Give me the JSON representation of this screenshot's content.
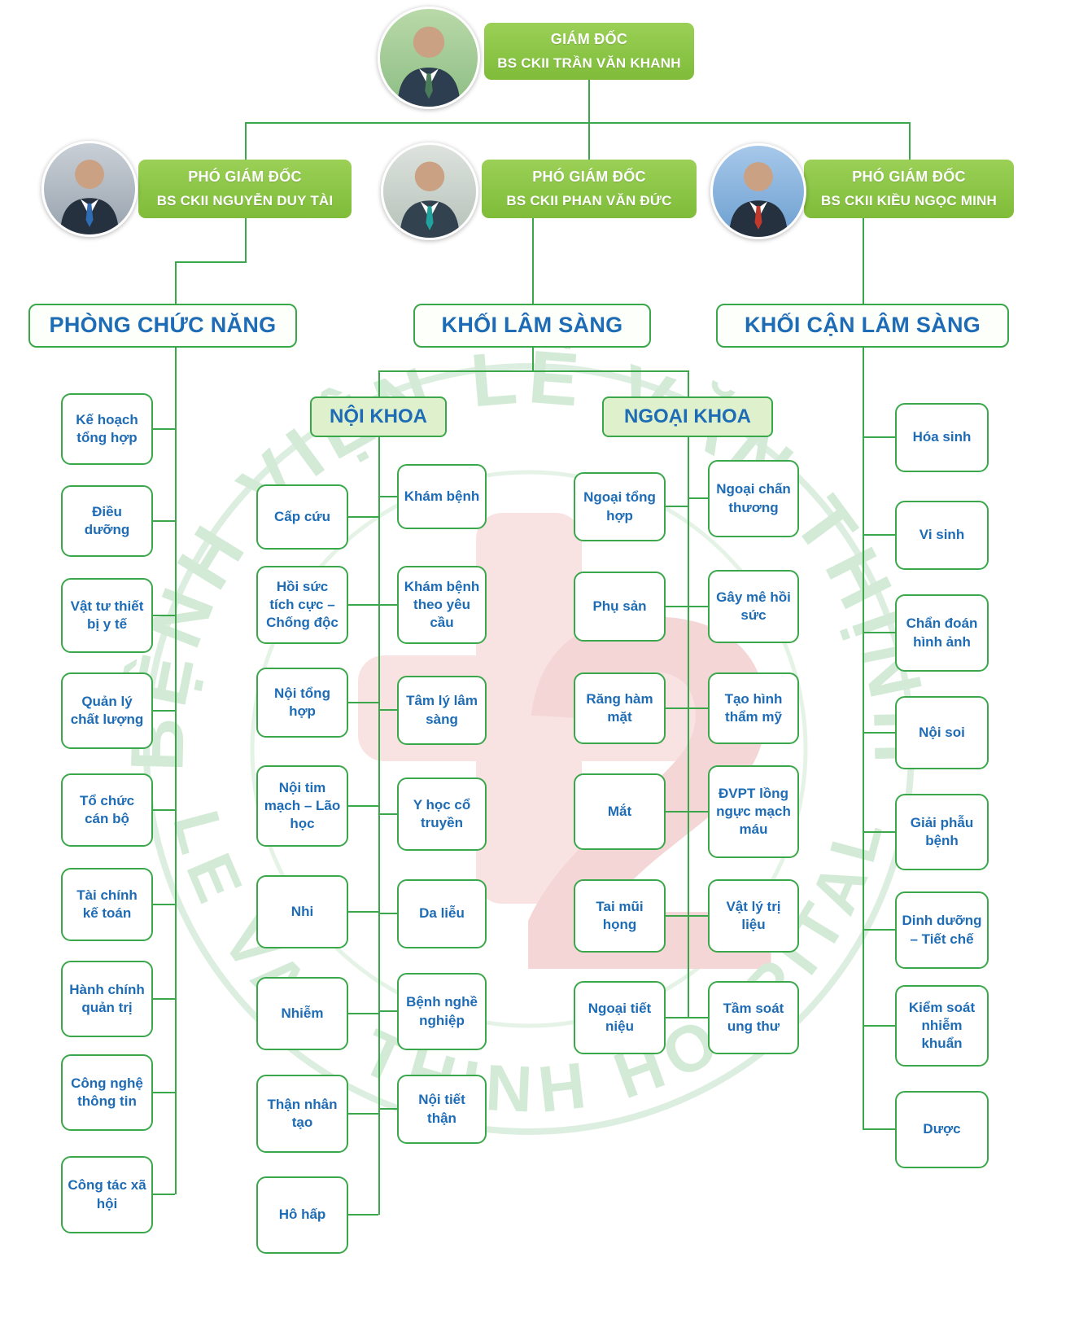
{
  "org": {
    "director": {
      "title": "GIÁM ĐỐC",
      "name": "BS CKII TRẦN VĂN KHANH"
    },
    "deputies": [
      {
        "title": "PHÓ GIÁM ĐỐC",
        "name": "BS CKII NGUYỄN DUY TÀI"
      },
      {
        "title": "PHÓ GIÁM ĐỐC",
        "name": "BS CKII PHAN VĂN ĐỨC"
      },
      {
        "title": "PHÓ GIÁM ĐỐC",
        "name": "BS CKII KIỀU NGỌC MINH"
      }
    ],
    "functional": {
      "title": "PHÒNG CHỨC NĂNG",
      "items": [
        "Kế hoạch tổng hợp",
        "Điều dưỡng",
        "Vật tư thiết bị y tế",
        "Quản lý chất lượng",
        "Tổ chức cán bộ",
        "Tài chính kế toán",
        "Hành chính quản trị",
        "Công nghệ thông tin",
        "Công tác xã hội"
      ]
    },
    "clinical": {
      "title": "KHỐI LÂM SÀNG",
      "noi_khoa": {
        "title": "NỘI KHOA",
        "left": [
          "Cấp cứu",
          "Hồi sức tích cực – Chống độc",
          "Nội tổng hợp",
          "Nội tim mạch – Lão học",
          "Nhi",
          "Nhiễm",
          "Thận nhân tạo",
          "Hô hấp"
        ],
        "right": [
          "Khám bệnh",
          "Khám bệnh theo yêu cầu",
          "Tâm lý lâm sàng",
          "Y học cổ truyền",
          "Da liễu",
          "Bệnh nghề nghiệp",
          "Nội tiết thận"
        ]
      },
      "ngoai_khoa": {
        "title": "NGOẠI KHOA",
        "left": [
          "Ngoại tổng hợp",
          "Phụ sản",
          "Răng hàm mặt",
          "Mắt",
          "Tai mũi họng",
          "Ngoại tiết niệu"
        ],
        "right": [
          "Ngoại chấn thương",
          "Gây mê hồi sức",
          "Tạo hình thẩm mỹ",
          "ĐVPT lồng ngực mạch máu",
          "Vật lý trị liệu",
          "Tầm soát ung thư"
        ]
      }
    },
    "paraclinical": {
      "title": "KHỐI CẬN LÂM SÀNG",
      "items": [
        "Hóa sinh",
        "Vi sinh",
        "Chẩn đoán hình ảnh",
        "Nội soi",
        "Giải phẫu bệnh",
        "Dinh dưỡng – Tiết chế",
        "Kiểm soát nhiễm khuẩn",
        "Dược"
      ]
    },
    "watermark": {
      "text_top": "BỆNH VIỆN LÊ VĂN THỊNH",
      "text_bottom": "LE VAN THINH HOSPITAL",
      "number": "2"
    },
    "colors": {
      "green": "#7fbc39",
      "line": "#3aa74a",
      "blue": "#1e6cb5"
    }
  }
}
